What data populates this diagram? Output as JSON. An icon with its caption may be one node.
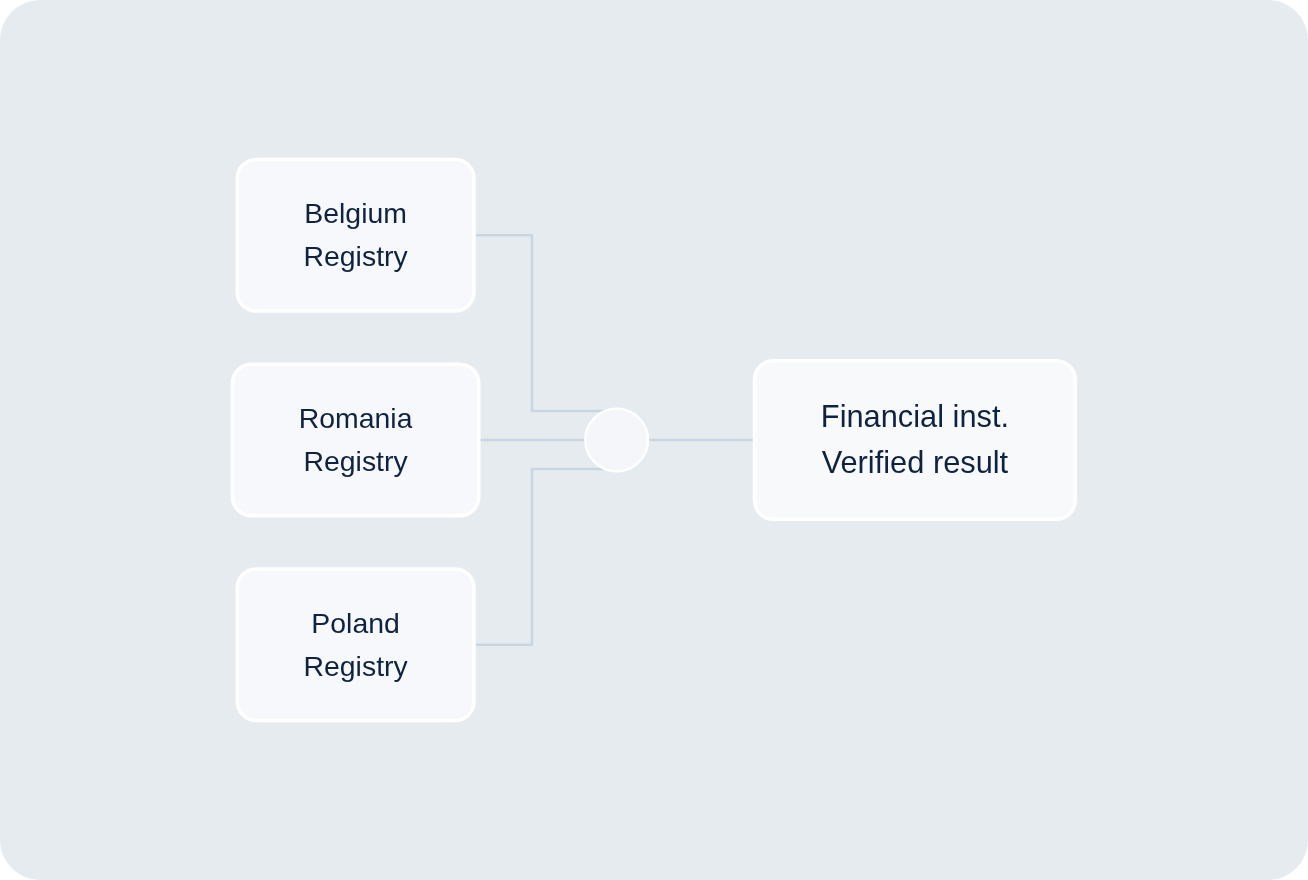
{
  "diagram": {
    "nodes": [
      {
        "text": [
          "Belgium",
          "Registry"
        ]
      },
      {
        "text": [
          "Romania",
          "Registry"
        ]
      },
      {
        "text": [
          "Poland",
          "Registry"
        ]
      },
      {
        "text": [],
        "shape": "circle"
      },
      {
        "text": [
          "Financial inst.",
          "Verified result"
        ]
      }
    ],
    "edges": [
      {
        "from": 0,
        "to": 3,
        "arrow": "none"
      },
      {
        "from": 1,
        "to": 3,
        "arrow": "none"
      },
      {
        "from": 2,
        "to": 3,
        "arrow": "none"
      },
      {
        "from": 3,
        "to": 4,
        "arrow": "none"
      }
    ]
  }
}
